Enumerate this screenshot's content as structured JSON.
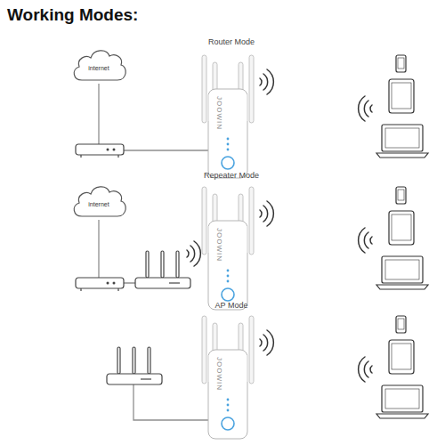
{
  "diagram": {
    "title": "Working Modes:",
    "nodes": [
      {
        "text": [
          "internet"
        ]
      },
      {
        "text": [
          "internet"
        ]
      }
    ],
    "labels": [
      "Router Mode",
      "Repeater Mode",
      "AP Mode",
      "JOOWIN",
      "JOOWIN",
      "JOOWIN"
    ]
  }
}
